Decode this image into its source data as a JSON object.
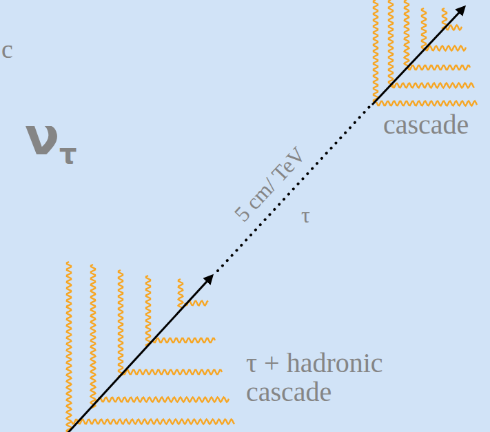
{
  "diagram": {
    "labels": [
      "c",
      "ν",
      "τ",
      "5 cm/ TeV",
      "τ",
      "cascade",
      "τ + hadronic cascade"
    ]
  }
}
